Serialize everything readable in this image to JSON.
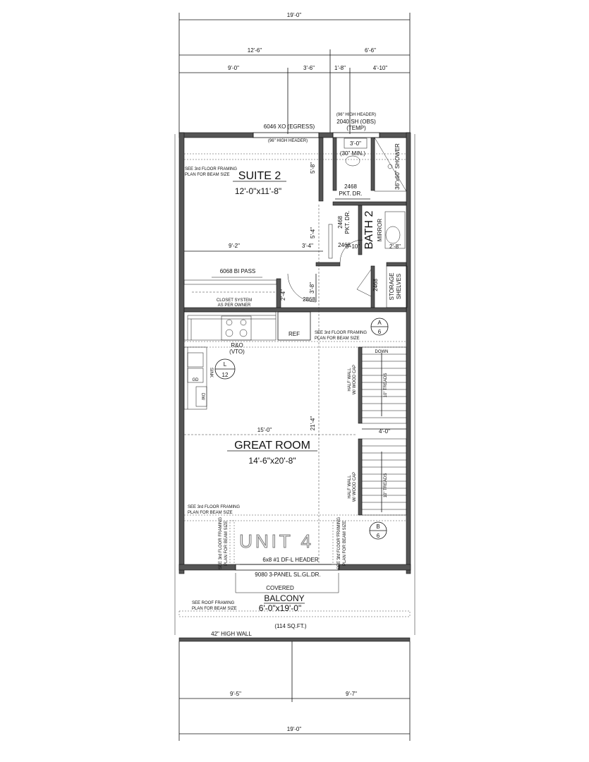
{
  "dimensions": {
    "overall_top": "19'-0\"",
    "left_top": "12'-6\"",
    "right_top": "6'-6\"",
    "seg_a": "9'-0\"",
    "seg_b": "3'-6\"",
    "seg_c": "1'-8\"",
    "seg_d": "4'-10\"",
    "bottom_left": "9'-5\"",
    "bottom_right": "9'-7\"",
    "overall_bottom": "19'-0\"",
    "suite_v": "5'-8\"",
    "suite_v2": "5'-4\"",
    "suite_h": "9'-2\"",
    "suite_h2": "3'-4\"",
    "closet_v": "3'-8\"",
    "closet_v2": "2'-4\"",
    "bath_w": "3'-10\"",
    "bath_w2": "2'-8\"",
    "stair_w": "4'-0\"",
    "great_w": "15'-0\"",
    "great_v": "21'-4\"",
    "pocket_left": "2468",
    "clear": "(30\" MIN.)",
    "clear2": "3'-0\""
  },
  "labels": {
    "window_top": "6046 XO (EGRESS)",
    "header_96_a": "(96\" HIGH HEADER)",
    "header_96_b": "(96\" HIGH HEADER)",
    "sh_window": "2040 SH (OBS)",
    "sh_temp": "(TEMP)",
    "shower": "36\"x60\" SHOWER",
    "pkt_dr": "2468",
    "pkt_dr2": "PKT. DR.",
    "pkt_dr_v": "2468",
    "pkt_dr_v2": "PKT. DR.",
    "mirror": "MIRROR",
    "bi_pass": "6068 BI PASS",
    "closet_sys": "CLOSET SYSTEM",
    "closet_sys2": "AS PER OWNER",
    "door_2868": "2868",
    "door_2468": "2468",
    "storage": "STORAGE",
    "shelves": "SHELVES",
    "ref": "REF",
    "range": "R&O",
    "range2": "(VTO)",
    "sink": "SINK",
    "gd": "GD",
    "dw": "DW",
    "down": "DOWN",
    "half_wall": "HALF WALL",
    "wood_cap": "W/ WOOD CAP",
    "treads": "10\" TREADS",
    "header_68": "6x8 #1 DF-L HEADER",
    "slider": "9080 3-PANEL SL.GL.DR.",
    "covered": "COVERED",
    "wall_42": "42\" HIGH WALL",
    "sqft": "(114 SQ.FT.)"
  },
  "framing_notes": {
    "suite": [
      "SEE 3rd FLOOR FRAMING",
      "PLAN FOR BEAM SIZE"
    ],
    "kitchen": [
      "SEE 3rd FLOOR FRAMING",
      "PLAN FOR BEAM SIZE"
    ],
    "great": [
      "SEE 3rd FLOOR FRAMING",
      "PLAN FOR BEAM SIZE"
    ],
    "roof": [
      "SEE ROOF FRAMING",
      "PLAN FOR BEAM SIZE"
    ],
    "vert": [
      "SEE 3rd FLOOR FRAMING",
      "PLAN FOR BEAM SIZE"
    ]
  },
  "rooms": {
    "suite_name": "SUITE 2",
    "suite_size": "12'-0\"x11'-8\"",
    "bath_name": "BATH 2",
    "great_name": "GREAT ROOM",
    "great_size": "14'-6\"x20'-8\"",
    "balcony_name": "BALCONY",
    "balcony_size": "6'-0\"x19'-0\"",
    "unit": "UNIT 4"
  },
  "section_markers": {
    "a_letter": "A",
    "a_sheet": "6",
    "b_letter": "B",
    "b_sheet": "6",
    "l_letter": "L",
    "l_sheet": "12"
  }
}
